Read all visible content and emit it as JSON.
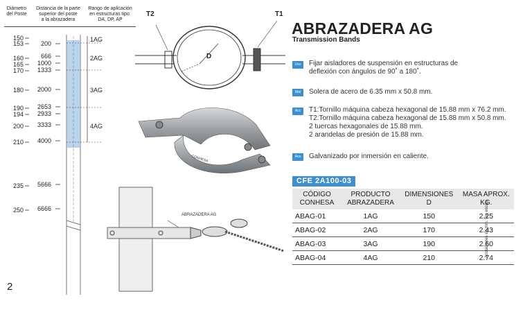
{
  "left_table": {
    "headers": {
      "diameter": "Diámetro\ndel Poste",
      "distance": "Distancia de la parte\nsuperior del poste\na la abrazadera",
      "range": "Rango de aplicación\nen estructuras tipo:\nDA, DP, AP"
    },
    "diameters": [
      "150",
      "153",
      "160",
      "165",
      "170",
      "180",
      "190",
      "194",
      "200",
      "210",
      "235",
      "250"
    ],
    "distances": [
      "200",
      "666",
      "1000",
      "1333",
      "2000",
      "2653",
      "2933",
      "3333",
      "4000",
      "5666",
      "6666"
    ],
    "ranges": [
      "1AG",
      "2AG",
      "3AG",
      "4AG"
    ]
  },
  "page_number": "2",
  "diagram_labels": {
    "t2": "T2",
    "t1": "T1",
    "d": "D",
    "photo_brand": "CONHESA",
    "install_label": "ABRAZADERA AG"
  },
  "title": "ABRAZADERA AG",
  "subtitle": "Transmission Bands",
  "specs": [
    {
      "badge": "Uso",
      "text": "Fijar aisladores de suspensión en estructuras de\ndeflexión con ángulos de 90˚ a 180˚."
    },
    {
      "badge": "Mat",
      "text": "Solera de acero de 6.35 mm x 50.8 mm."
    },
    {
      "badge": "Acc",
      "text": "T1:Tornillo máquina cabeza hexagonal de 15.88 mm x 76.2 mm.\nT2:Tornillo máquina cabeza hexagonal de 15.88 mm x 50.8 mm.\n2 tuercas hexagonales de 15.88 mm.\n2 arandelas de presión de 15.88 mm."
    },
    {
      "badge": "Aca",
      "text": "Galvanizado por inmersión en caliente."
    }
  ],
  "cfe_code": "CFE 2A100-03",
  "product_table": {
    "headers": [
      "CÓDIGO\nCONHESA",
      "PRODUCTO\nABRAZADERA",
      "DIMENSIONES\nD",
      "MASA APROX.\nKG."
    ],
    "rows": [
      [
        "ABAG-01",
        "1AG",
        "150",
        "2.25"
      ],
      [
        "ABAG-02",
        "2AG",
        "170",
        "2.43"
      ],
      [
        "ABAG-03",
        "3AG",
        "190",
        "2.60"
      ],
      [
        "ABAG-04",
        "4AG",
        "210",
        "2.74"
      ]
    ]
  },
  "side_note": "Acotaciones en mm. Sin escala",
  "colors": {
    "accent": "#3d8fd0",
    "pole_blue": "#b8d4ee"
  }
}
